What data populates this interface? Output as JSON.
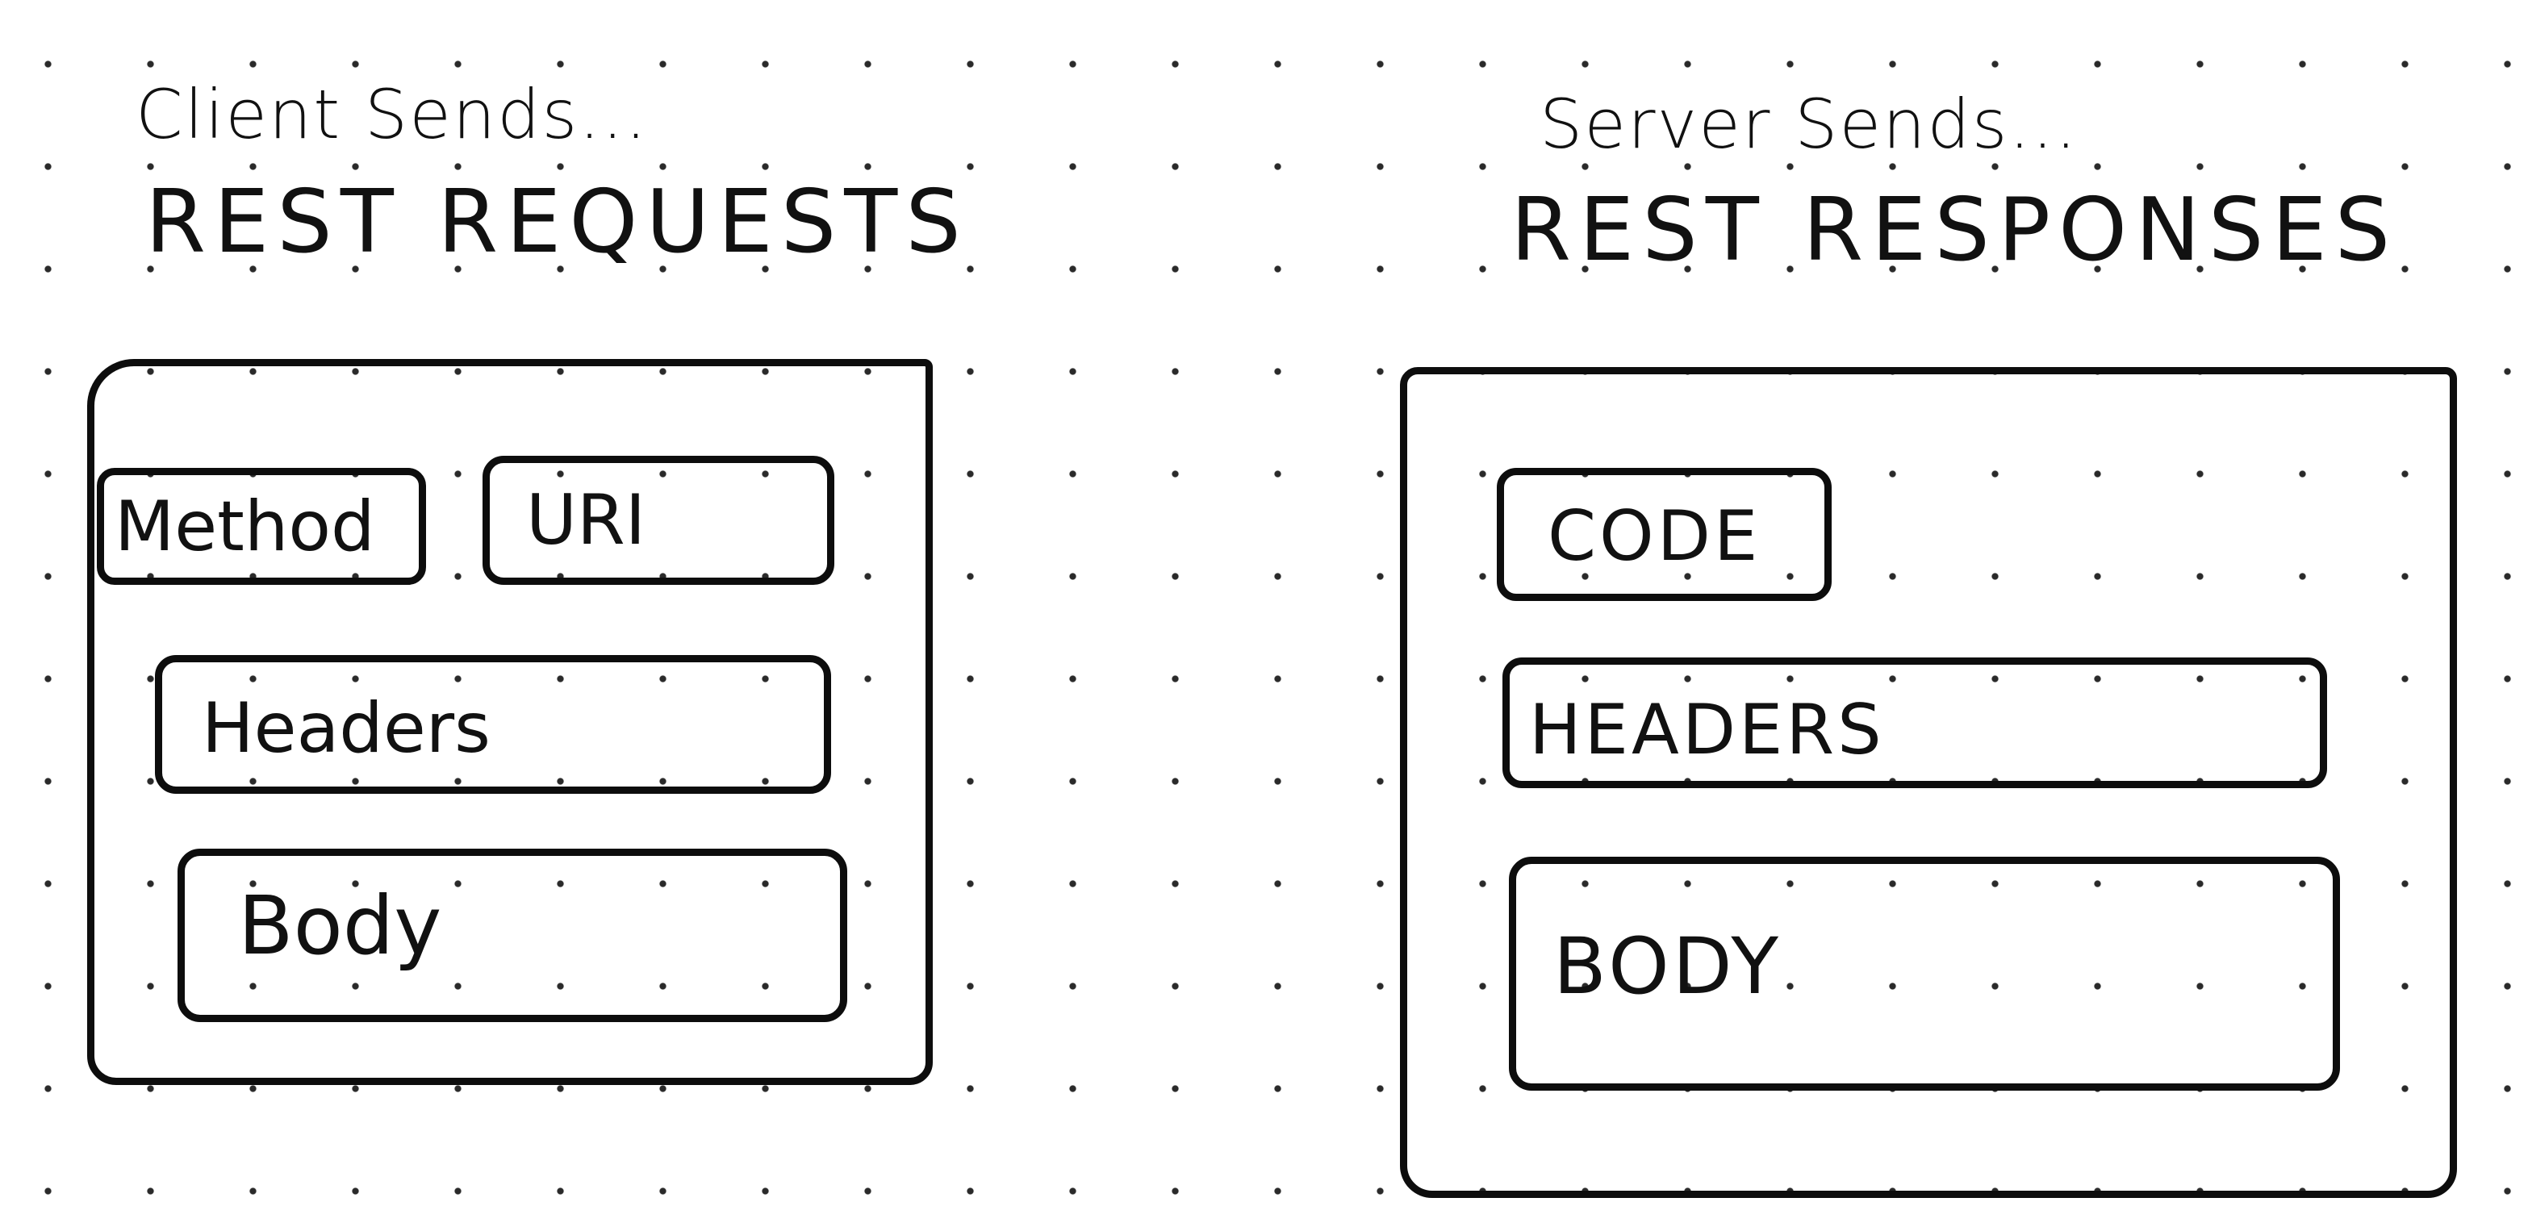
{
  "client": {
    "caption": "Client Sends...",
    "heading": "REST REQUESTS",
    "fields": {
      "method": "Method",
      "uri": "URI",
      "headers": "Headers",
      "body": "Body"
    }
  },
  "server": {
    "caption": "Server Sends...",
    "heading": "REST RESPONSES",
    "fields": {
      "code": "CODE",
      "headers": "HEADERS",
      "body": "BODY"
    }
  }
}
